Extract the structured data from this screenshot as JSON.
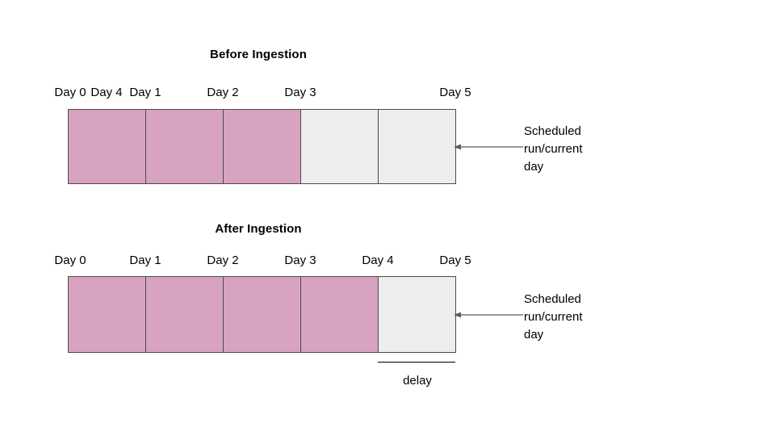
{
  "page": {
    "background_color": "#ffffff",
    "text_color": "#000000"
  },
  "colors": {
    "filled_cell": "#d7a3c0",
    "empty_cell": "#ededed",
    "cell_border": "#4f4a50",
    "arrow": "#5a5a5a"
  },
  "diagrams": [
    {
      "id": "before",
      "title": "Before Ingestion",
      "day_labels": [
        "Day 0",
        "Day 1",
        "Day 2",
        "Day 3",
        "Day 4",
        "Day 5"
      ],
      "cells": [
        {
          "state": "filled"
        },
        {
          "state": "filled"
        },
        {
          "state": "filled"
        },
        {
          "state": "empty"
        },
        {
          "state": "empty"
        }
      ],
      "callout": "Scheduled\nrun/current\nday"
    },
    {
      "id": "after",
      "title": "After Ingestion",
      "day_labels": [
        "Day 0",
        "Day 1",
        "Day 2",
        "Day 3",
        "Day 4",
        "Day 5"
      ],
      "cells": [
        {
          "state": "filled"
        },
        {
          "state": "filled"
        },
        {
          "state": "filled"
        },
        {
          "state": "filled"
        },
        {
          "state": "empty"
        }
      ],
      "callout": "Scheduled\nrun/current\nday",
      "delay_label": "delay"
    }
  ]
}
